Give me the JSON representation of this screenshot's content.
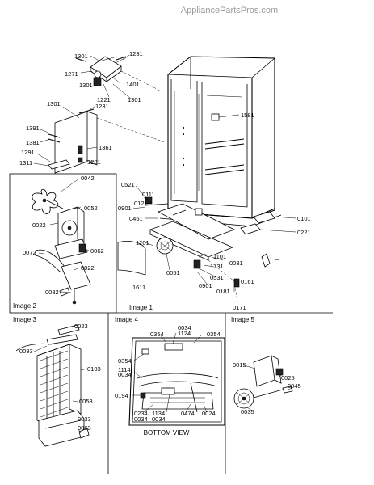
{
  "watermark": "AppliancePartsPros.com",
  "image_labels": {
    "image1": "Image 1",
    "image2": "Image 2",
    "image3": "Image 3",
    "image4": "Image 4",
    "image5": "Image 5"
  },
  "bottom_view": "BOTTOM VIEW",
  "parts": {
    "p1301a": "1301",
    "p1231a": "1231",
    "p1271": "1271",
    "p1301b": "1301",
    "p1401": "1401",
    "p1221": "1221",
    "p1301c": "1301",
    "p1301d": "1301",
    "p1231b": "1231",
    "p1391": "1391",
    "p1381": "1381",
    "p1361": "1361",
    "p1291": "1291",
    "p1311": "1311",
    "p1281": "1281",
    "p1581": "1581",
    "p0521": "0521",
    "p0111": "0111",
    "p0121": "0121",
    "p0901a": "0901",
    "p0461": "0461",
    "p0101": "0101",
    "p0221": "0221",
    "p1201": "1201",
    "p1101": "1101",
    "p0031": "0031",
    "p1731": "1731",
    "p0051": "0051",
    "p0531": "0531",
    "p0901b": "0901",
    "p0161": "0161",
    "p0181": "0181",
    "p1611": "1611",
    "p0171": "0171",
    "p0042": "0042",
    "p0052": "0052",
    "p0022a": "0022",
    "p0072": "0072",
    "p0062": "0062",
    "p0022b": "0022",
    "p0082": "0082",
    "p0023": "0023",
    "p0093": "0093",
    "p0103": "0103",
    "p0053": "0053",
    "p0033": "0033",
    "p0063": "0063",
    "p0034a": "0034",
    "p1124": "1124",
    "p0354a": "0354",
    "p0354b": "0354",
    "p0354c": "0354",
    "p1114": "1114",
    "p0034b": "0034",
    "p0194": "0194",
    "p0234": "0234",
    "p0034c": "0034",
    "p1134": "1134",
    "p0034d": "0034",
    "p0474": "0474",
    "p0024": "0024",
    "p0015": "0015",
    "p0025": "0025",
    "p0045": "0045",
    "p0035": "0035"
  }
}
